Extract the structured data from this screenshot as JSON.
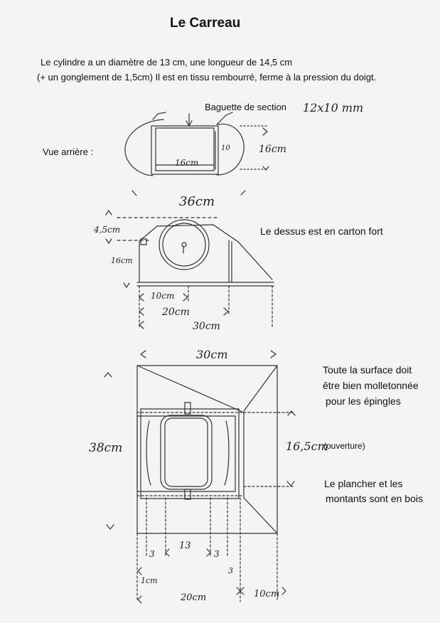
{
  "title": "Le Carreau",
  "intro": {
    "line1": "Le cylindre a un diamètre de 13 cm, une longueur de 14,5 cm",
    "line2": "(+ un gonglement de 1,5cm)  Il est en tissu rembourré, ferme à la pression du doigt."
  },
  "labels": {
    "baguette": "Baguette de section",
    "baguette_size": "12x10 mm",
    "back_view": "Vue arrière :",
    "top_note": "Le dessus est en carton fort",
    "surface_note": [
      "Toute la surface doit",
      "être bien molletonnée",
      "pour les épingles"
    ],
    "opening": "(ouverture)",
    "floor_note": [
      "Le plancher et les",
      "montants sont en bois"
    ]
  },
  "dimensions": {
    "back_inner_width": "16cm",
    "back_inner_height": "10",
    "back_height": "16cm",
    "side_width_top": "36cm",
    "side_top_offset": "4,5cm",
    "side_height": "16cm",
    "side_a": "10cm",
    "side_b": "20cm",
    "side_c": "30cm",
    "plan_width": "30cm",
    "plan_height": "38cm",
    "plan_opening": "16,5cm",
    "plan_left_gap": "3",
    "plan_cyl": "13",
    "plan_right_gap": "3",
    "plan_right_gap2": "3",
    "plan_bottom_a": "1cm",
    "plan_bottom_b": "20cm",
    "plan_bottom_c": "10cm"
  }
}
